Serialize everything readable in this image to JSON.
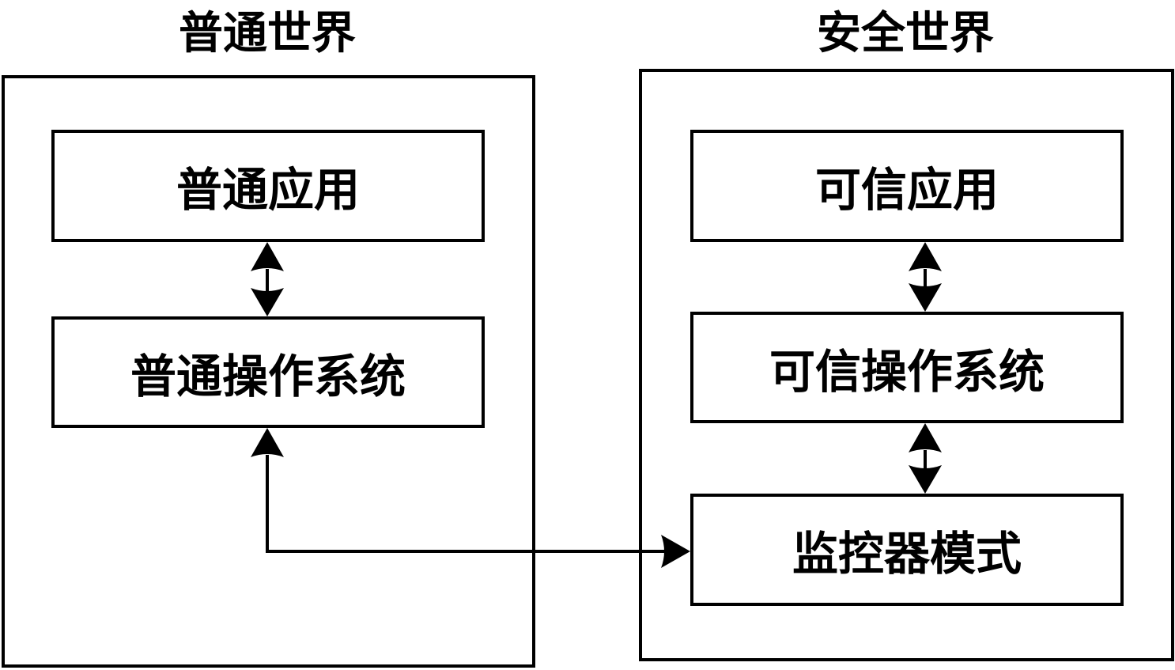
{
  "normal_world": {
    "title": "普通世界",
    "app_label": "普通应用",
    "os_label": "普通操作系统"
  },
  "secure_world": {
    "title": "安全世界",
    "app_label": "可信应用",
    "os_label": "可信操作系统",
    "monitor_label": "监控器模式"
  }
}
